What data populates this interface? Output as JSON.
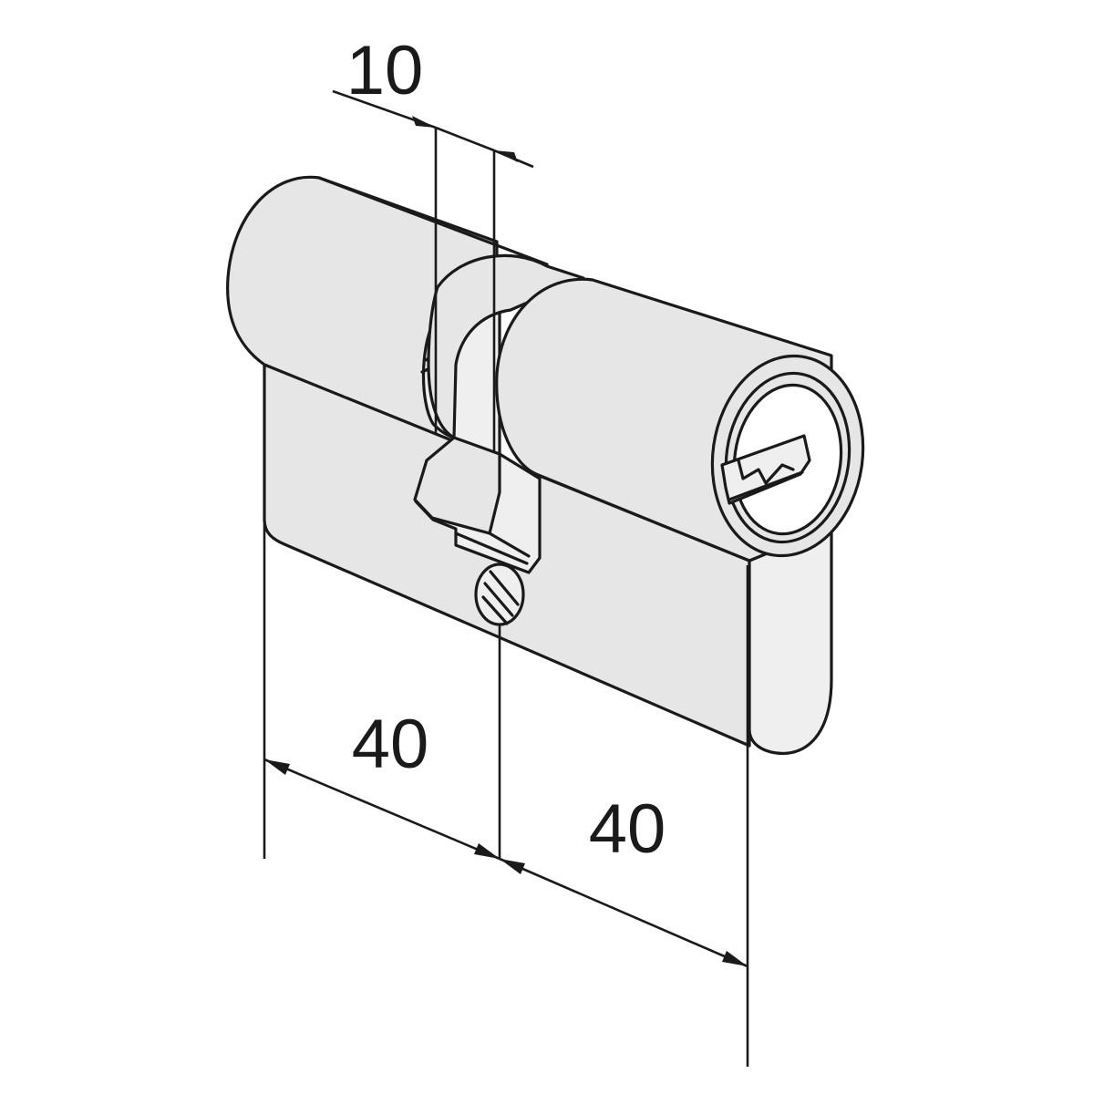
{
  "dimensions": {
    "cam_width": "10",
    "left_length": "40",
    "right_length": "40"
  },
  "colors": {
    "line": "#1a1a1a",
    "body_fill": "#e6e6e6",
    "background": "#ffffff"
  }
}
